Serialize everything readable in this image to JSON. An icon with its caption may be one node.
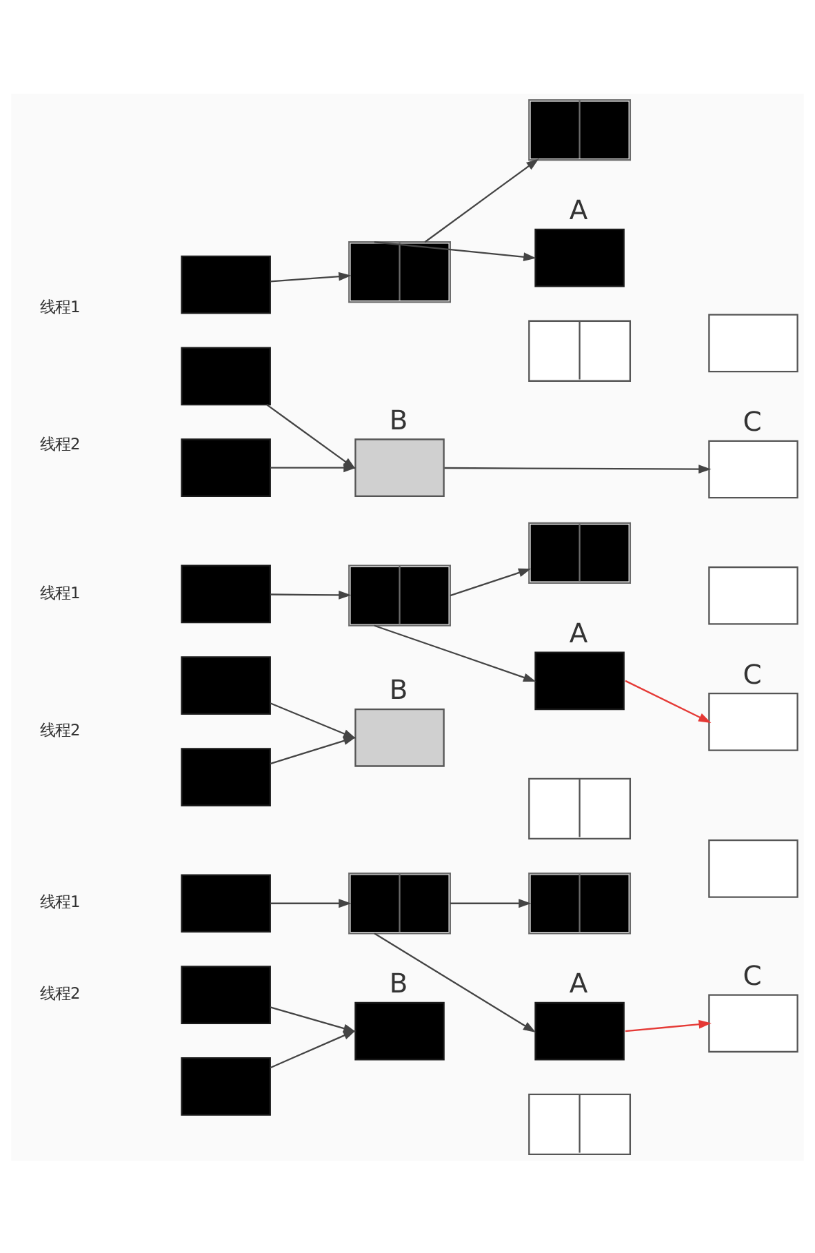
{
  "diagram": {
    "nodes": [
      {
        "text": [],
        "shape": "box"
      },
      {
        "text": [],
        "shape": "box"
      },
      {
        "text": [],
        "shape": "box"
      },
      {
        "text": [],
        "shape": "box"
      },
      {
        "text": [
          "B"
        ]
      },
      {
        "text": [],
        "shape": "box"
      },
      {
        "text": [
          "A"
        ]
      },
      {
        "text": [],
        "shape": "box"
      },
      {
        "text": [
          "C"
        ]
      },
      {
        "text": [],
        "shape": "box"
      },
      {
        "text": [],
        "shape": "box"
      },
      {
        "text": [],
        "shape": "box"
      },
      {
        "text": [],
        "shape": "box"
      },
      {
        "text": [],
        "shape": "box"
      },
      {
        "text": [
          "B"
        ]
      },
      {
        "text": [],
        "shape": "box"
      },
      {
        "text": [
          "A"
        ]
      },
      {
        "text": [],
        "shape": "box"
      },
      {
        "text": [
          "C"
        ]
      },
      {
        "text": [],
        "shape": "box"
      },
      {
        "text": [],
        "shape": "box"
      },
      {
        "text": [],
        "shape": "box"
      },
      {
        "text": [],
        "shape": "box"
      },
      {
        "text": [],
        "shape": "box"
      },
      {
        "text": [
          "B"
        ]
      },
      {
        "text": [],
        "shape": "box"
      },
      {
        "text": [
          "A"
        ]
      },
      {
        "text": [],
        "shape": "box"
      },
      {
        "text": [
          "C"
        ]
      },
      {
        "text": [],
        "shape": "box"
      }
    ],
    "edges": [
      {
        "from": 0,
        "to": 3,
        "arrow": "to"
      },
      {
        "from": 3,
        "to": 5,
        "arrow": "to"
      },
      {
        "from": 3,
        "to": 6,
        "arrow": "to"
      },
      {
        "from": 1,
        "to": 4,
        "arrow": "to"
      },
      {
        "from": 2,
        "to": 4,
        "arrow": "to"
      },
      {
        "from": 4,
        "to": 8,
        "arrow": "to"
      },
      {
        "from": 10,
        "to": 13,
        "arrow": "to"
      },
      {
        "from": 13,
        "to": 15,
        "arrow": "to"
      },
      {
        "from": 13,
        "to": 16,
        "arrow": "to"
      },
      {
        "from": 11,
        "to": 14,
        "arrow": "to"
      },
      {
        "from": 12,
        "to": 14,
        "arrow": "to"
      },
      {
        "from": 16,
        "to": 18,
        "arrow": "to",
        "color": "#e53935"
      },
      {
        "from": 20,
        "to": 23,
        "arrow": "to"
      },
      {
        "from": 23,
        "to": 25,
        "arrow": "to"
      },
      {
        "from": 23,
        "to": 26,
        "arrow": "to"
      },
      {
        "from": 21,
        "to": 24,
        "arrow": "to"
      },
      {
        "from": 22,
        "to": 24,
        "arrow": "to"
      },
      {
        "from": 26,
        "to": 28,
        "arrow": "to",
        "color": "#e53935"
      }
    ],
    "labels": [
      "线程1",
      "线程2",
      "线程1",
      "线程2",
      "线程1",
      "线程2"
    ]
  }
}
